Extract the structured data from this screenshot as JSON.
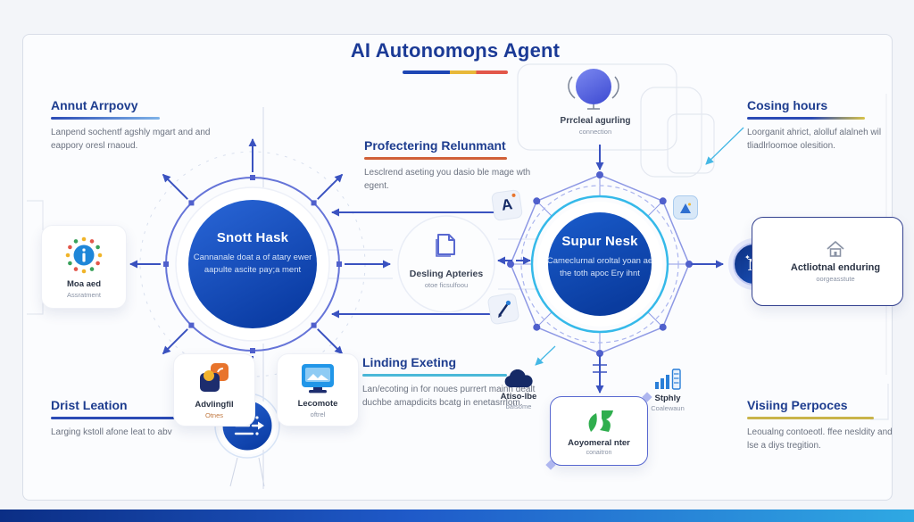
{
  "title": "AI Autonomoɲs Agent",
  "sections": {
    "annut": {
      "heading": "Annut Arrpovy",
      "body": "Lanpend sochentf agshly mgart and and eappory oresl rnaoud."
    },
    "profectering": {
      "heading": "Profectering Relunmant",
      "body": "Lesclrend aseting you dasio ble mage wth egent."
    },
    "cosing": {
      "heading": "Cosing hours",
      "body": "Loorganit ahrict, alolluf alalneh wil tliadlrloomoe olesition."
    },
    "linding": {
      "heading": "Linding Exeting",
      "body": "Lan/ecoting in for noues purrert mainn dealt duchbe amapdicits bcatg in enetasrrlom."
    },
    "drist": {
      "heading": "Drist Leation",
      "body": "Larging kstoll afone leat to abv"
    },
    "vising": {
      "heading": "Visiing Perpoces",
      "body": "Leoualng contoeotl. ffee nesldity and lse a diys tregition."
    }
  },
  "nodes": {
    "left_circle": {
      "title": "Snott Hask",
      "body": "Cannanale doat a of atary ewer aapulte ascite pay;a ment"
    },
    "right_circle": {
      "title": "Supur Nesk",
      "body": "Cameclurnal oroltal yoan ae the toth apoc Ery ihnt"
    },
    "center": {
      "title": "Desling Apteries",
      "subtitle": "otoe ficsulfoou"
    },
    "globe": {
      "title": "Prrcleal agurling",
      "subtitle": "connection"
    },
    "actliotnal": {
      "title": "Actliotnal enduring",
      "subtitle": "oorgeasstute"
    },
    "moa": {
      "title": "Moa aed",
      "subtitle": "Assratment"
    },
    "advlingfil": {
      "title": "Advlingfil",
      "subtitle": "Otnes"
    },
    "lecomote": {
      "title": "Lecomote",
      "subtitle": "oftrel"
    },
    "atiso": {
      "title": "Atiso-lbe",
      "subtitle": "bafsome"
    },
    "aoyomeral": {
      "title": "Aoyomeral nter",
      "subtitle": "conaitron"
    },
    "stphly": {
      "title": "Stphly",
      "subtitle": "Coalewaun"
    },
    "marker_a": {
      "glyph": "A"
    }
  },
  "colors": {
    "navy": "#1e3d8f",
    "blue": "#2a5fd0",
    "cyan": "#35b9e9",
    "orange": "#e8742c",
    "yellow": "#f0b429",
    "red": "#e2574a",
    "green": "#2fae4e"
  }
}
